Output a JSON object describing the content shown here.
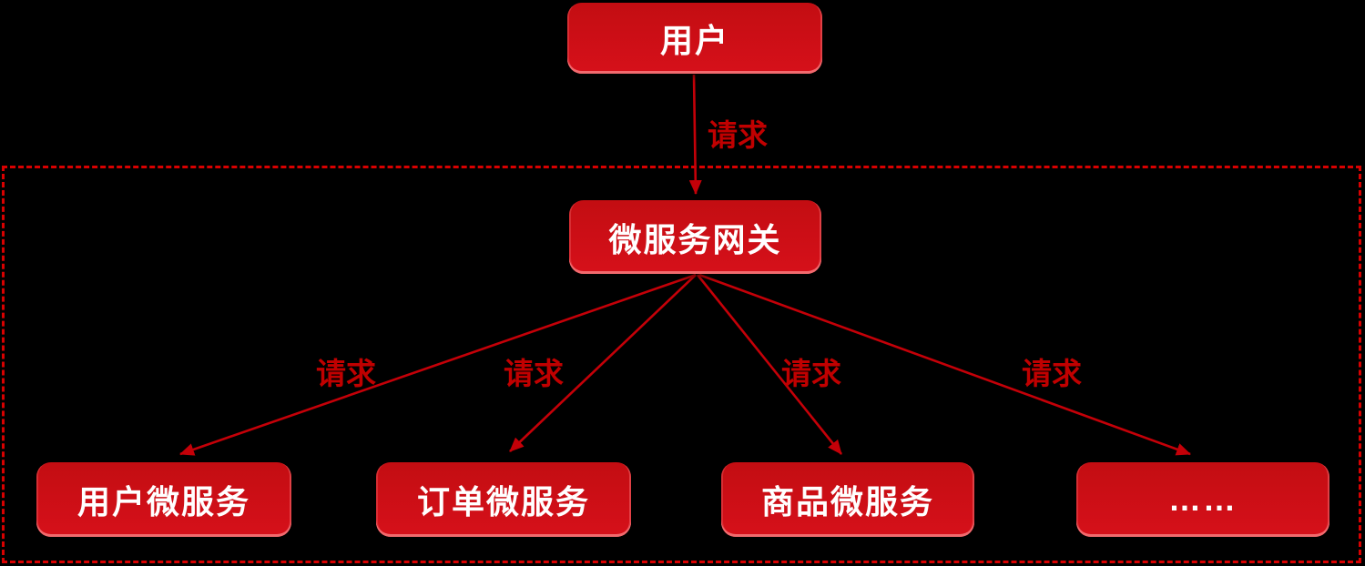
{
  "diagram": {
    "nodes": {
      "user": {
        "label": "用户"
      },
      "gateway": {
        "label": "微服务网关"
      },
      "service1": {
        "label": "用户微服务"
      },
      "service2": {
        "label": "订单微服务"
      },
      "service3": {
        "label": "商品微服务"
      },
      "service4": {
        "label": "……"
      }
    },
    "edges": [
      {
        "from": "user",
        "to": "gateway",
        "label": "请求"
      },
      {
        "from": "gateway",
        "to": "service1",
        "label": "请求"
      },
      {
        "from": "gateway",
        "to": "service2",
        "label": "请求"
      },
      {
        "from": "gateway",
        "to": "service3",
        "label": "请求"
      },
      {
        "from": "gateway",
        "to": "service4",
        "label": "请求"
      }
    ],
    "colors": {
      "node_red_top": "#c30d12",
      "node_red_bottom": "#d6101a",
      "node_bevel": "#f16a6e",
      "edge_color": "#c40008",
      "label_color": "#c00000",
      "dashed_border": "#d80000",
      "background": "#000000",
      "node_text": "#ffffff"
    }
  }
}
